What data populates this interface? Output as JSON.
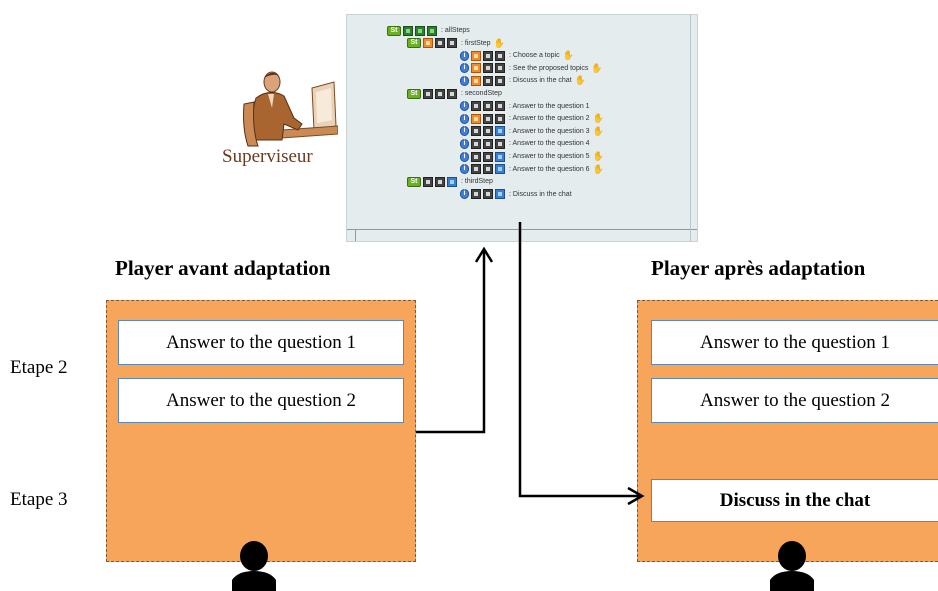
{
  "supervisor": {
    "label": "Superviseur",
    "tree": [
      {
        "indent": 0,
        "badge": "St",
        "squares": [
          "green",
          "green",
          "green"
        ],
        "label": ": allSteps",
        "hand": false
      },
      {
        "indent": 1,
        "badge": "St",
        "squares": [
          "orange",
          "gray",
          "gray"
        ],
        "label": ": firstStep",
        "hand": true
      },
      {
        "indent": 2,
        "badge": "i",
        "squares": [
          "orange",
          "gray",
          "gray"
        ],
        "label": ": Choose a topic",
        "hand": true
      },
      {
        "indent": 2,
        "badge": "i",
        "squares": [
          "orange",
          "gray",
          "gray"
        ],
        "label": ": See the proposed topics",
        "hand": true
      },
      {
        "indent": 2,
        "badge": "i",
        "squares": [
          "orange",
          "gray",
          "gray"
        ],
        "label": ": Discuss in the chat",
        "hand": true
      },
      {
        "indent": 1,
        "badge": "St",
        "squares": [
          "gray",
          "gray",
          "gray"
        ],
        "label": ": secondStep",
        "hand": false
      },
      {
        "indent": 2,
        "badge": "i",
        "squares": [
          "gray",
          "gray",
          "gray"
        ],
        "label": ": Answer to the question 1",
        "hand": false
      },
      {
        "indent": 2,
        "badge": "i",
        "squares": [
          "orange",
          "gray",
          "gray"
        ],
        "label": ": Answer to the question 2",
        "hand": true
      },
      {
        "indent": 2,
        "badge": "i",
        "squares": [
          "gray",
          "gray",
          "blue"
        ],
        "label": ": Answer to the question 3",
        "hand": true
      },
      {
        "indent": 2,
        "badge": "i",
        "squares": [
          "gray",
          "gray",
          "gray"
        ],
        "label": ": Answer to the question 4",
        "hand": false
      },
      {
        "indent": 2,
        "badge": "i",
        "squares": [
          "gray",
          "gray",
          "blue"
        ],
        "label": ": Answer to the question 5",
        "hand": true
      },
      {
        "indent": 2,
        "badge": "i",
        "squares": [
          "gray",
          "gray",
          "blue"
        ],
        "label": ": Answer to the question 6",
        "hand": true
      },
      {
        "indent": 1,
        "badge": "St",
        "squares": [
          "gray",
          "gray",
          "blue"
        ],
        "label": ": thirdStep",
        "hand": false
      },
      {
        "indent": 2,
        "badge": "i",
        "squares": [
          "gray",
          "gray",
          "blue"
        ],
        "label": ": Discuss in the chat",
        "hand": false
      }
    ]
  },
  "left_player": {
    "title": "Player avant adaptation",
    "buttons": [
      "Answer to the question 1",
      "Answer to the question 2"
    ]
  },
  "right_player": {
    "title": "Player après adaptation",
    "buttons": [
      "Answer to the question 1",
      "Answer to the question 2"
    ],
    "chat_button": "Discuss in the chat"
  },
  "steps": {
    "etape2": "Etape 2",
    "etape3": "Etape 3"
  },
  "colors": {
    "player_box": "#f6a55a",
    "button_border": "#5d87b8",
    "supervisor_bg": "#e4ecee",
    "supervisor_label": "#6b3a1f"
  }
}
